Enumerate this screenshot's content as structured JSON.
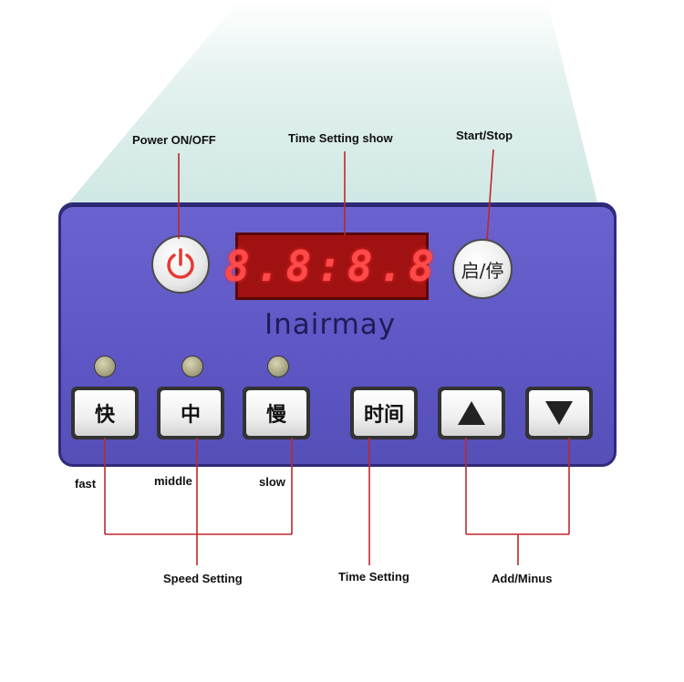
{
  "callouts": {
    "power": "Power ON/OFF",
    "time_show": "Time Setting show",
    "start_stop": "Start/Stop",
    "fast": "fast",
    "middle": "middle",
    "slow": "slow",
    "speed_setting": "Speed Setting",
    "time_setting": "Time Setting",
    "add_minus": "Add/Minus"
  },
  "panel": {
    "display_digits": "8.8:8.8",
    "brand": "Inairmay",
    "start_stop_label": "启/停",
    "keys": {
      "fast": "快",
      "middle": "中",
      "slow": "慢",
      "time": "时间",
      "add": "▲",
      "minus": "▼"
    }
  },
  "colors": {
    "panel": "#5d56c4",
    "leader_line": "#c0272d",
    "display": "#a01212",
    "power_icon": "#e53935"
  },
  "icons": [
    "power-icon",
    "up-triangle-icon",
    "down-triangle-icon"
  ]
}
